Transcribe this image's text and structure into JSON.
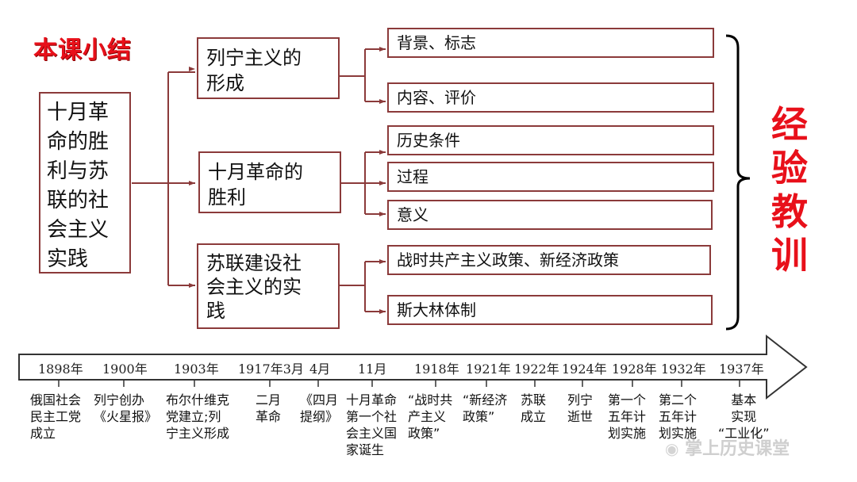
{
  "summary_title": "本课小结",
  "root": "十月革命的胜利与苏联的社会主义实践",
  "root_lines": [
    "十月革",
    "命的胜",
    "利与苏",
    "联的社",
    "会主义",
    "实践"
  ],
  "branches": [
    {
      "title_lines": [
        "列宁主义的",
        "形成"
      ],
      "leaves": [
        "背景、标志",
        "内容、评价"
      ]
    },
    {
      "title_lines": [
        "十月革命的",
        "胜利"
      ],
      "leaves": [
        "历史条件",
        "过程",
        "意义"
      ]
    },
    {
      "title_lines": [
        "苏联建设社",
        "会主义的实",
        "践"
      ],
      "leaves": [
        "战时共产主义政策、新经济政策",
        "斯大林体制"
      ]
    }
  ],
  "lesson": [
    "经",
    "验",
    "教",
    "训"
  ],
  "timeline": [
    {
      "year": "1898年",
      "event": "俄国社会\n民主工党\n成立"
    },
    {
      "year": "1900年",
      "event": "列宁创办\n《火星报》"
    },
    {
      "year": "1903年",
      "event": "布尔什维克\n党建立;列\n宁主义形成"
    },
    {
      "year": "1917年3月",
      "event": "二月\n革命"
    },
    {
      "year": "4月",
      "event": "《四月\n提纲》"
    },
    {
      "year": "11月",
      "event": "十月革命\n第一个社\n会主义国\n家诞生"
    },
    {
      "year": "1918年",
      "event": "“战时共\n产主义\n政策”"
    },
    {
      "year": "1921年",
      "event": "“新经济\n政策”"
    },
    {
      "year": "1922年",
      "event": "苏联\n成立"
    },
    {
      "year": "1924年",
      "event": "列宁\n逝世"
    },
    {
      "year": "1928年",
      "event": "第一个\n五年计\n划实施"
    },
    {
      "year": "1932年",
      "event": "第二个\n五年计\n划实施"
    },
    {
      "year": "1937年",
      "event": "基本\n实现\n“工业化”"
    }
  ],
  "watermark": "掌上历史课堂",
  "colors": {
    "accent_red": "#e8101a",
    "box_border": "#8b3a3a",
    "line": "#8b3a3a"
  }
}
